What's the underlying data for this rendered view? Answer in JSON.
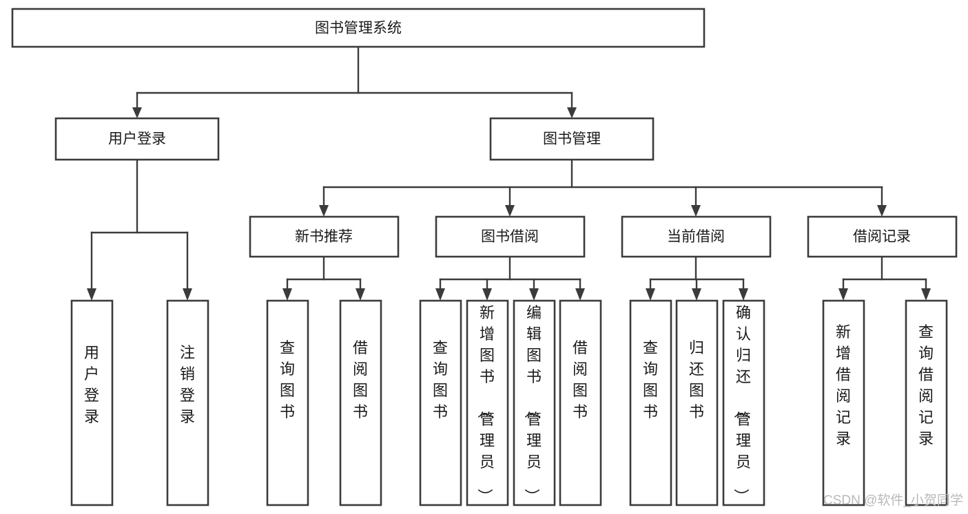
{
  "diagram": {
    "title": "图书管理系统",
    "type": "tree",
    "root": {
      "id": "root",
      "label": "图书管理系统",
      "orientation": "horizontal"
    },
    "level2": [
      {
        "id": "user-login",
        "label": "用户登录",
        "orientation": "horizontal"
      },
      {
        "id": "book-manage",
        "label": "图书管理",
        "orientation": "horizontal"
      }
    ],
    "level3": [
      {
        "id": "new-book-recommend",
        "label": "新书推荐",
        "orientation": "horizontal",
        "parent": "book-manage"
      },
      {
        "id": "book-borrow",
        "label": "图书借阅",
        "orientation": "horizontal",
        "parent": "book-manage"
      },
      {
        "id": "current-borrow",
        "label": "当前借阅",
        "orientation": "horizontal",
        "parent": "book-manage"
      },
      {
        "id": "borrow-record",
        "label": "借阅记录",
        "orientation": "horizontal",
        "parent": "book-manage"
      }
    ],
    "leaves": [
      {
        "id": "leaf-user-login",
        "label": "用户登录",
        "orientation": "vertical",
        "parent": "user-login"
      },
      {
        "id": "leaf-user-logout",
        "label": "注销登录",
        "orientation": "vertical",
        "parent": "user-login"
      },
      {
        "id": "leaf-query-book-1",
        "label": "查询图书",
        "orientation": "vertical",
        "parent": "new-book-recommend"
      },
      {
        "id": "leaf-borrow-book-1",
        "label": "借阅图书",
        "orientation": "vertical",
        "parent": "new-book-recommend"
      },
      {
        "id": "leaf-query-book-2",
        "label": "查询图书",
        "orientation": "vertical",
        "parent": "book-borrow"
      },
      {
        "id": "leaf-add-book",
        "label": "新增图书（管理员）",
        "orientation": "vertical",
        "parent": "book-borrow"
      },
      {
        "id": "leaf-edit-book",
        "label": "编辑图书（管理员）",
        "orientation": "vertical",
        "parent": "book-borrow"
      },
      {
        "id": "leaf-borrow-book-2",
        "label": "借阅图书",
        "orientation": "vertical",
        "parent": "book-borrow"
      },
      {
        "id": "leaf-query-book-3",
        "label": "查询图书",
        "orientation": "vertical",
        "parent": "current-borrow"
      },
      {
        "id": "leaf-return-book",
        "label": "归还图书",
        "orientation": "vertical",
        "parent": "current-borrow"
      },
      {
        "id": "leaf-confirm-return",
        "label": "确认归还（管理员）",
        "orientation": "vertical",
        "parent": "current-borrow"
      },
      {
        "id": "leaf-add-record",
        "label": "新增借阅记录",
        "orientation": "vertical",
        "parent": "borrow-record"
      },
      {
        "id": "leaf-query-record",
        "label": "查询借阅记录",
        "orientation": "vertical",
        "parent": "borrow-record"
      }
    ],
    "watermark": "CSDN @软件_小贺同学",
    "colors": {
      "stroke": "#3b3b3b",
      "fill": "#ffffff",
      "text": "#1a1a1a",
      "watermark": "#b9b9b9"
    }
  }
}
